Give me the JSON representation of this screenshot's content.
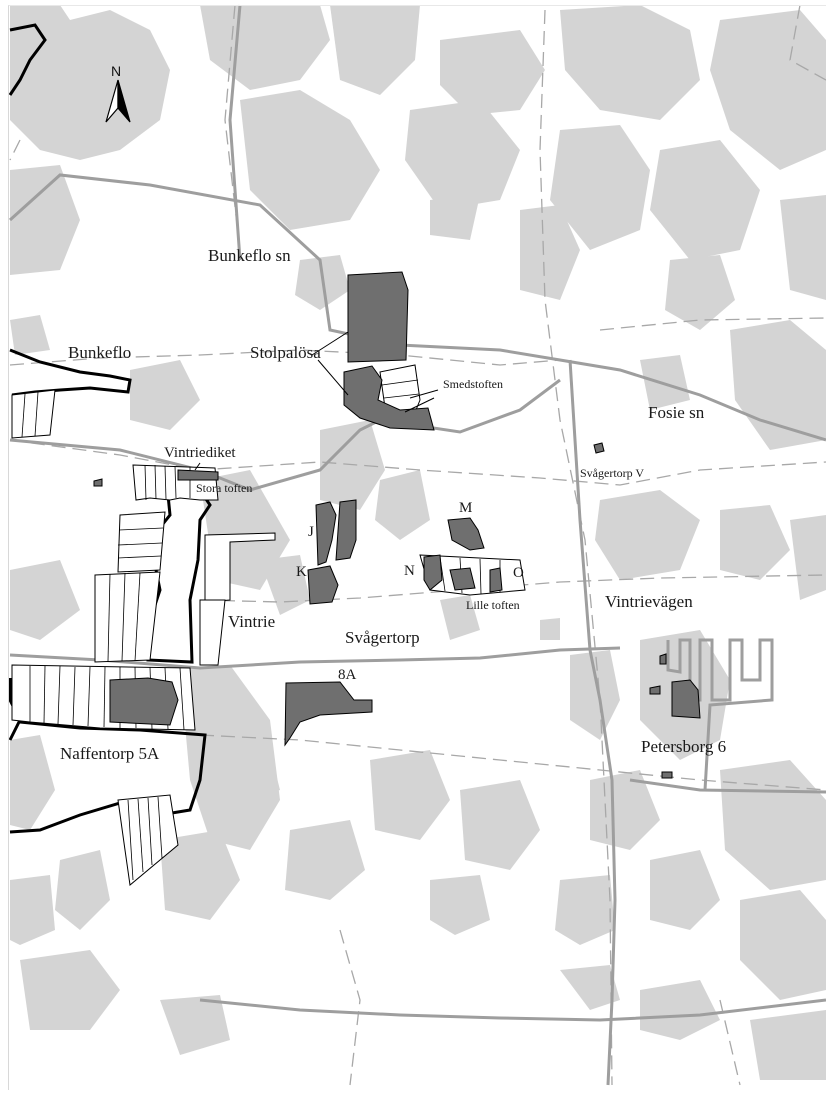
{
  "north_arrow": {
    "letter": "N"
  },
  "labels": {
    "bunkeflo_sn": "Bunkeflo sn",
    "bunkeflo": "Bunkeflo",
    "stolpalosa": "Stolpalösa",
    "smedstoften": "Smedstoften",
    "fosie_sn": "Fosie sn",
    "vintriediket": "Vintriediket",
    "stora_toften": "Stora toften",
    "svagertorp_v": "Svågertorp V",
    "site_m": "M",
    "site_j": "J",
    "site_k": "K",
    "site_n": "N",
    "site_o": "O",
    "lille_toften": "Lille toften",
    "vintrievagen": "Vintrievägen",
    "vintrie": "Vintrie",
    "svagertorp": "Svågertorp",
    "site_8a": "8A",
    "naffentorp_5a": "Naffentorp 5A",
    "petersborg_6": "Petersborg 6"
  },
  "colors": {
    "background": "#ffffff",
    "land_area": "#d4d4d4",
    "excavation": "#6f6f6f",
    "parish_boundary": "#9e9e9e",
    "municipal_boundary": "#000000",
    "road_dashed": "#a0a0a0"
  }
}
